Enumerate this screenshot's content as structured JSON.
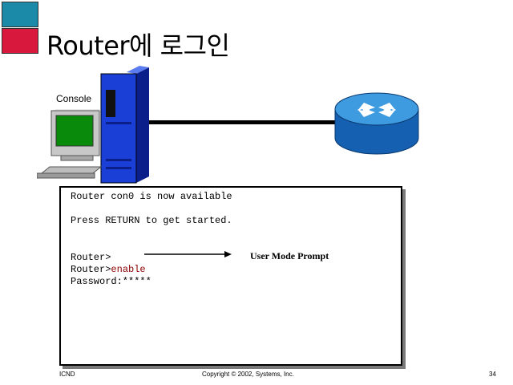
{
  "slide": {
    "title": "Router에 로그인",
    "console_label": "Console"
  },
  "terminal": {
    "line1": "Router con0 is now available",
    "line2": "Press RETURN to get started.",
    "line3": "Router>",
    "line4_prompt": "Router>",
    "line4_cmd": "enable",
    "line5": "Password:*****",
    "annotation": "User Mode Prompt"
  },
  "footer": {
    "left": "ICND",
    "center": "Copyright © 2002, Systems, Inc.",
    "page": "34"
  },
  "colors": {
    "accent_teal": "#1b8aa8",
    "accent_red": "#d8183c",
    "tower_blue": "#1a3fd6",
    "router_blue": "#1e73c8",
    "command_red": "#8b0000"
  },
  "icons": [
    "pc-workstation-icon",
    "router-icon"
  ]
}
